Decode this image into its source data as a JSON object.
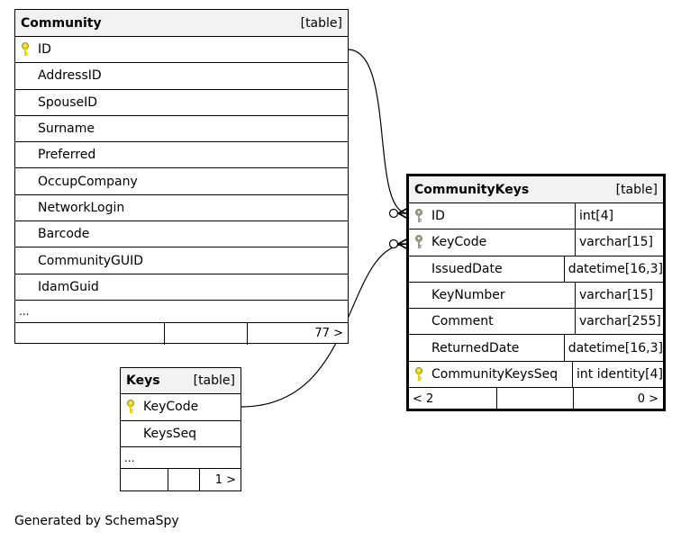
{
  "community": {
    "name": "Community",
    "kind": "[table]",
    "columns": [
      "ID",
      "AddressID",
      "SpouseID",
      "Surname",
      "Preferred",
      "OccupCompany",
      "NetworkLogin",
      "Barcode",
      "CommunityGUID",
      "IdamGuid"
    ],
    "ellipsis": "...",
    "footer_right": "77 >"
  },
  "community_keys": {
    "name": "CommunityKeys",
    "kind": "[table]",
    "columns": [
      {
        "name": "ID",
        "type": "int[4]"
      },
      {
        "name": "KeyCode",
        "type": "varchar[15]"
      },
      {
        "name": "IssuedDate",
        "type": "datetime[16,3]"
      },
      {
        "name": "KeyNumber",
        "type": "varchar[15]"
      },
      {
        "name": "Comment",
        "type": "varchar[255]"
      },
      {
        "name": "ReturnedDate",
        "type": "datetime[16,3]"
      },
      {
        "name": "CommunityKeysSeq",
        "type": "int identity[4]"
      }
    ],
    "footer_left": "< 2",
    "footer_right": "0 >"
  },
  "keys": {
    "name": "Keys",
    "kind": "[table]",
    "columns": [
      "KeyCode",
      "KeysSeq"
    ],
    "ellipsis": "...",
    "footer_right": "1 >"
  },
  "colors": {
    "primary_key": "#e6d200",
    "foreign_key": "#9a9a9a",
    "header_bg": "#f2f2f2"
  },
  "icons": {
    "primary_key": "key-icon",
    "foreign_key": "key-icon"
  },
  "generated_by": "Generated by SchemaSpy"
}
